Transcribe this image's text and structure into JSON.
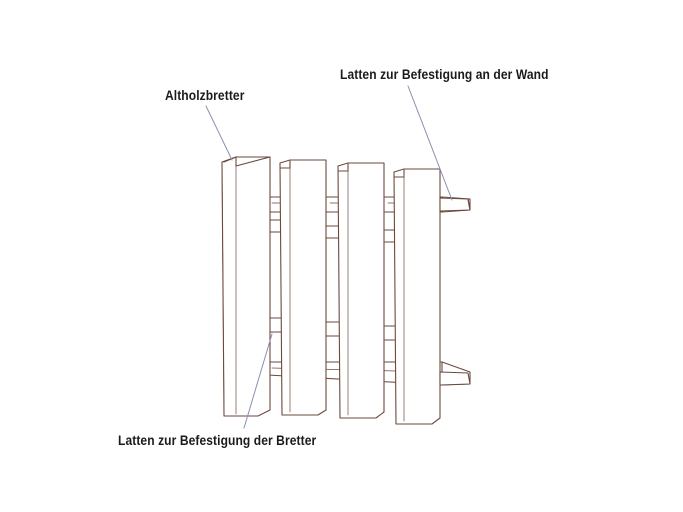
{
  "labels": {
    "boards": "Altholzbretter",
    "wall_battens": "Latten zur Befestigung an der Wand",
    "board_battens": "Latten zur Befestigung der Bretter"
  },
  "colors": {
    "stroke": "#6b4a3d",
    "text": "#1b1b1b",
    "leader": "#8a8fb2",
    "background": "#ffffff"
  }
}
